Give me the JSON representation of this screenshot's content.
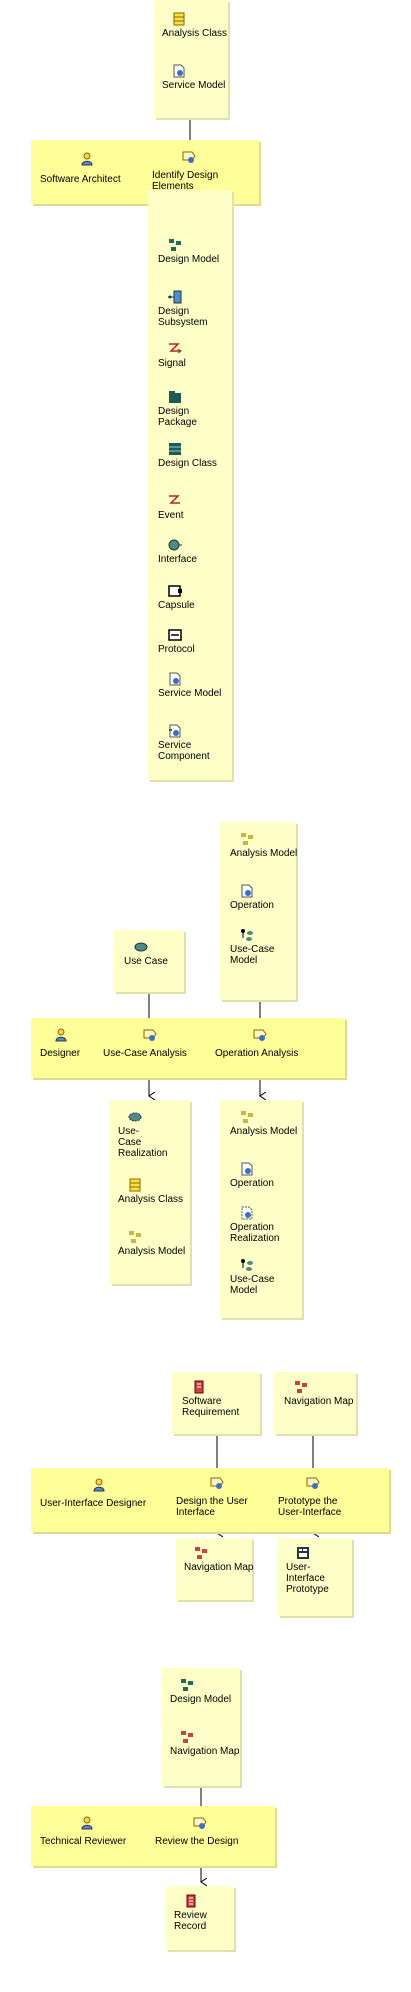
{
  "diagram1": {
    "inputs": [
      {
        "label": "Analysis Class",
        "icon": "analysis-class-icon"
      },
      {
        "label": "Service Model",
        "icon": "service-model-icon"
      }
    ],
    "role": {
      "label": "Software Architect",
      "icon": "role-icon"
    },
    "task": {
      "label": "Identify Design Elements",
      "icon": "task-icon"
    },
    "outputs": [
      {
        "label": "Design Model",
        "icon": "design-model-icon"
      },
      {
        "label": "Design Subsystem",
        "icon": "design-subsystem-icon"
      },
      {
        "label": "Signal",
        "icon": "signal-icon"
      },
      {
        "label": "Design Package",
        "icon": "design-package-icon"
      },
      {
        "label": "Design Class",
        "icon": "design-class-icon"
      },
      {
        "label": "Event",
        "icon": "event-icon"
      },
      {
        "label": "Interface",
        "icon": "interface-icon"
      },
      {
        "label": "Capsule",
        "icon": "capsule-icon"
      },
      {
        "label": "Protocol",
        "icon": "protocol-icon"
      },
      {
        "label": "Service Model",
        "icon": "service-model-icon"
      },
      {
        "label": "Service Component",
        "icon": "service-component-icon"
      }
    ]
  },
  "diagram2": {
    "role": {
      "label": "Designer",
      "icon": "role-icon"
    },
    "task_a": {
      "label": "Use-Case Analysis",
      "icon": "task-icon"
    },
    "task_b": {
      "label": "Operation Analysis",
      "icon": "task-icon"
    },
    "inputs_a": [
      {
        "label": "Use Case",
        "icon": "use-case-icon"
      }
    ],
    "inputs_b": [
      {
        "label": "Analysis Model",
        "icon": "analysis-model-icon"
      },
      {
        "label": "Operation",
        "icon": "operation-icon"
      },
      {
        "label": "Use-Case Model",
        "icon": "use-case-model-icon"
      }
    ],
    "outputs_a": [
      {
        "label": "Use-Case Realization",
        "icon": "use-case-realization-icon"
      },
      {
        "label": "Analysis Class",
        "icon": "analysis-class-icon"
      },
      {
        "label": "Analysis Model",
        "icon": "analysis-model-icon"
      }
    ],
    "outputs_b": [
      {
        "label": "Analysis Model",
        "icon": "analysis-model-icon"
      },
      {
        "label": "Operation",
        "icon": "operation-icon"
      },
      {
        "label": "Operation Realization",
        "icon": "operation-realization-icon"
      },
      {
        "label": "Use-Case Model",
        "icon": "use-case-model-icon"
      }
    ]
  },
  "diagram3": {
    "role": {
      "label": "User-Interface Designer",
      "icon": "role-icon"
    },
    "task_a": {
      "label": "Design the User Interface",
      "icon": "task-icon"
    },
    "task_b": {
      "label": "Prototype the User-Interface",
      "icon": "task-icon"
    },
    "input_a": {
      "label": "Software Requirement",
      "icon": "software-requirement-icon"
    },
    "input_b": {
      "label": "Navigation Map",
      "icon": "navigation-map-icon"
    },
    "output_a": {
      "label": "Navigation Map",
      "icon": "navigation-map-icon"
    },
    "output_b": {
      "label": "User-Interface Prototype",
      "icon": "user-interface-prototype-icon"
    }
  },
  "diagram4": {
    "inputs": [
      {
        "label": "Design Model",
        "icon": "design-model-icon"
      },
      {
        "label": "Navigation Map",
        "icon": "navigation-map-icon"
      }
    ],
    "role": {
      "label": "Technical Reviewer",
      "icon": "role-icon"
    },
    "task": {
      "label": "Review the Design",
      "icon": "task-icon"
    },
    "output": {
      "label": "Review Record",
      "icon": "review-record-icon"
    }
  },
  "colors": {
    "box_fill": "#ffffc8",
    "band_fill": "#ffff99",
    "connector": "#000000"
  }
}
